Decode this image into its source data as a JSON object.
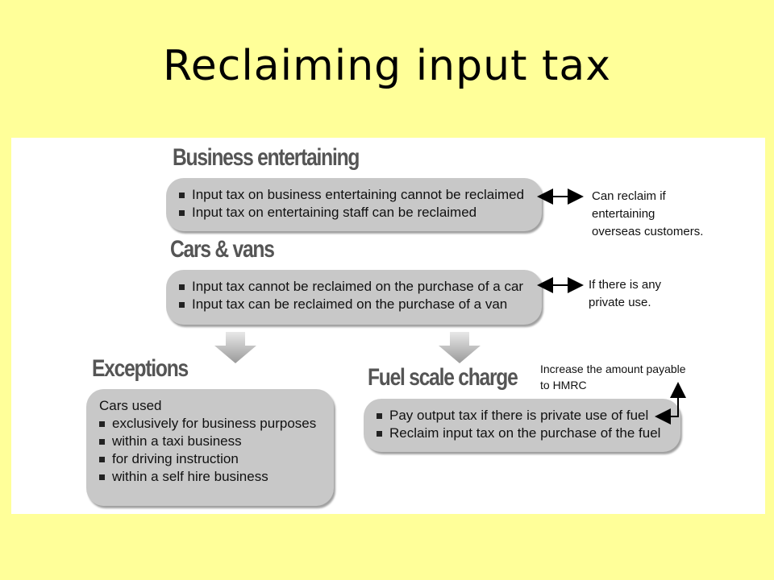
{
  "title": "Reclaiming input tax",
  "business_entertaining": {
    "heading": "Business entertaining",
    "items": [
      "Input tax on business entertaining cannot be reclaimed",
      "Input tax on entertaining staff can be reclaimed"
    ],
    "note": [
      "Can reclaim if",
      "entertaining",
      "overseas customers."
    ]
  },
  "cars_vans": {
    "heading": "Cars & vans",
    "items": [
      "Input tax cannot be reclaimed on the purchase of a car",
      "Input tax can be reclaimed on the purchase of a van"
    ],
    "note": [
      "If there is any",
      "private use."
    ]
  },
  "exceptions": {
    "heading": "Exceptions",
    "intro": "Cars used",
    "items": [
      "exclusively for business purposes",
      "within a taxi business",
      "for driving instruction",
      "within a self hire business"
    ]
  },
  "fuel_scale_charge": {
    "heading": "Fuel scale charge",
    "items": [
      "Pay output tax if there is private use of fuel",
      "Reclaim input tax on the purchase of the fuel"
    ],
    "note": [
      "Increase the amount payable",
      "to HMRC"
    ]
  },
  "colors": {
    "background": "#ffff99",
    "box": "#c8c8c8",
    "heading": "#555555"
  }
}
